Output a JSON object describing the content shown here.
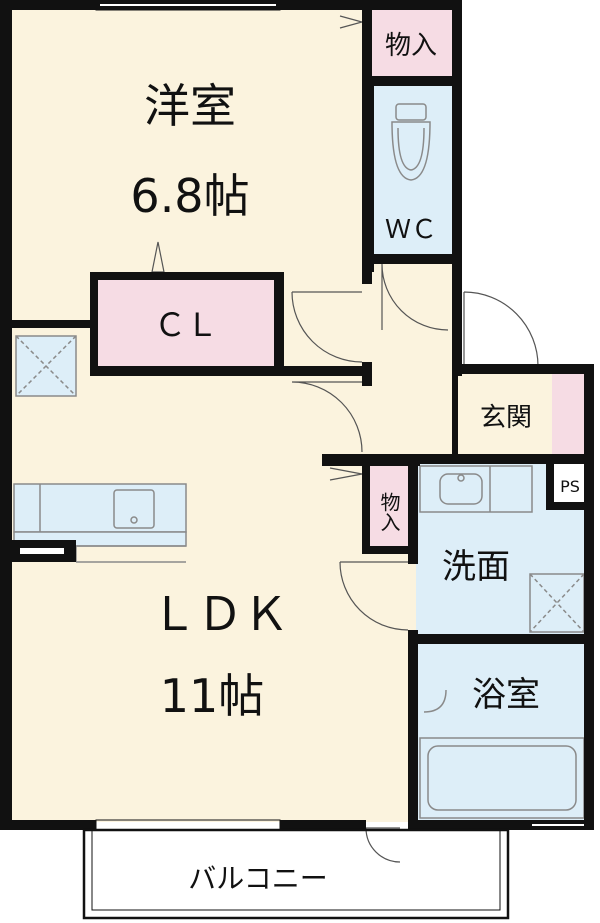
{
  "colors": {
    "wall": "#111111",
    "living_floor": "#FBF3DE",
    "wet_floor": "#DDEEF8",
    "closet_floor": "#F6DCE4",
    "balcony_floor": "#FFFFFF",
    "fixture_line": "#8A8A8A"
  },
  "rooms": {
    "western": {
      "name": "洋室",
      "size": "6.8帖"
    },
    "closet": {
      "name": "ＣＬ"
    },
    "storage_top": {
      "name": "物入"
    },
    "toilet": {
      "name": "ＷＣ"
    },
    "entrance": {
      "name": "玄関"
    },
    "storage_mid": {
      "name": "物入"
    },
    "ps": {
      "name": "PS"
    },
    "washroom": {
      "name": "洗面"
    },
    "bathroom": {
      "name": "浴室"
    },
    "ldk": {
      "name": "ＬＤＫ",
      "size": "11帖"
    },
    "balcony": {
      "name": "バルコニー"
    }
  }
}
